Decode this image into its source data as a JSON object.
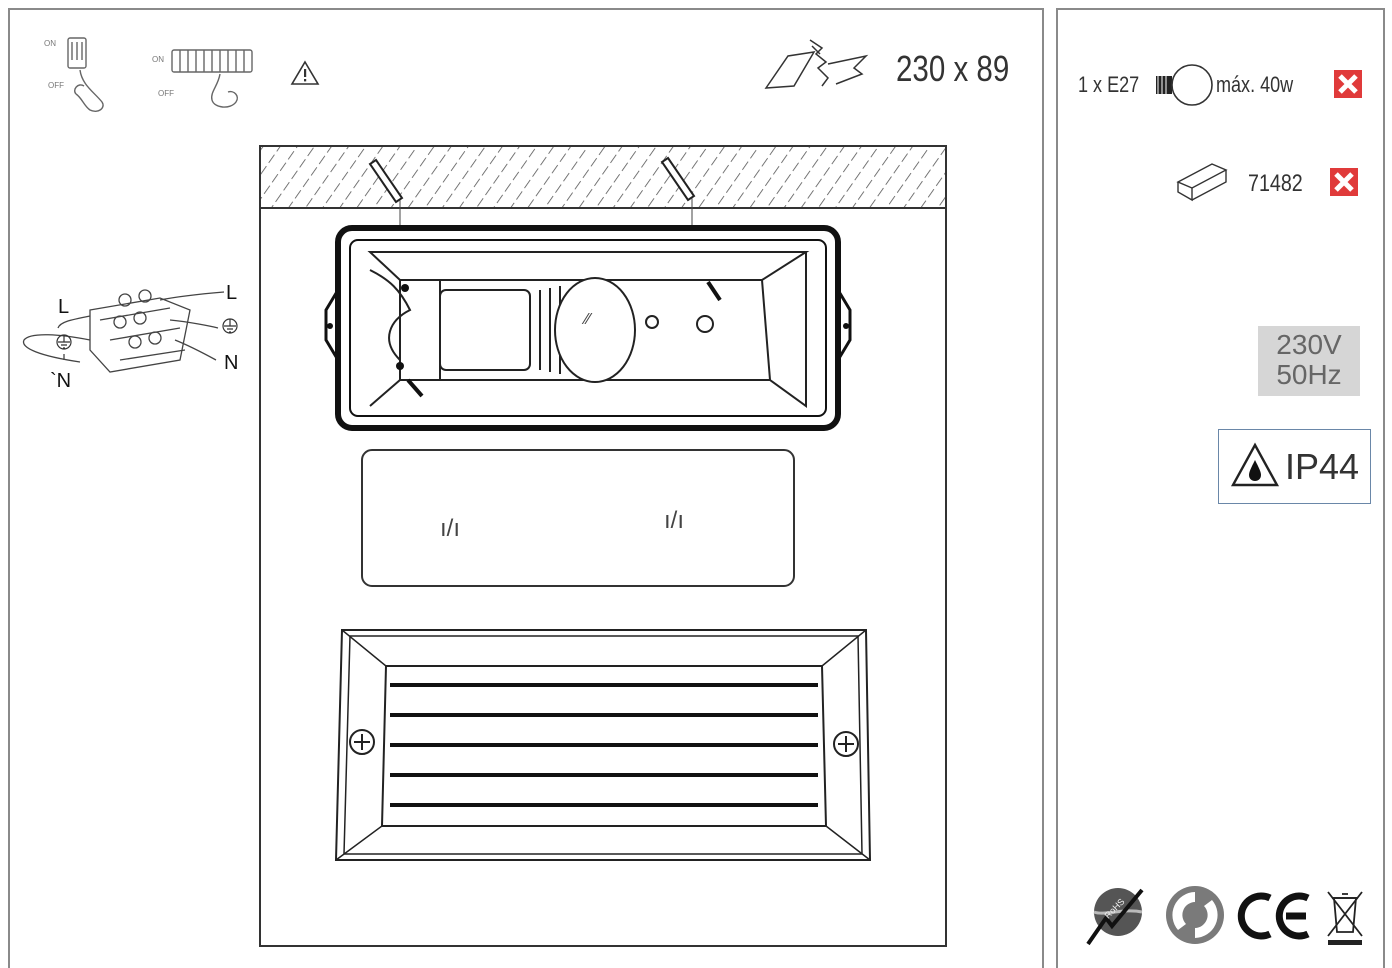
{
  "dimensions": {
    "value": "230 x 89"
  },
  "wiring": {
    "label_l_top": "L",
    "label_l_left": "L",
    "label_n_right": "N",
    "label_n_left": "`N"
  },
  "lamp": {
    "quantity_base": "1 x E27",
    "max_power": "máx. 40w"
  },
  "reference": {
    "code": "71482"
  },
  "power": {
    "voltage": "230V",
    "frequency": "50Hz"
  },
  "protection": {
    "rating": "IP44"
  },
  "diagram_labels": {
    "switch_on": "ON",
    "switch_off": "OFF"
  },
  "colors": {
    "accent_red": "#e03a3a",
    "panel_border": "#8a8a8a",
    "voltage_bg": "#d6d6d6"
  },
  "icons": [
    "switch-off-icon",
    "terminal-block-icon",
    "warning-triangle-icon",
    "wall-plug-icon",
    "bulb-icon",
    "not-allowed-icon",
    "box-icon",
    "water-drop-warning-icon",
    "rohs-icon",
    "green-dot-icon",
    "ce-mark-icon",
    "weee-bin-icon"
  ]
}
